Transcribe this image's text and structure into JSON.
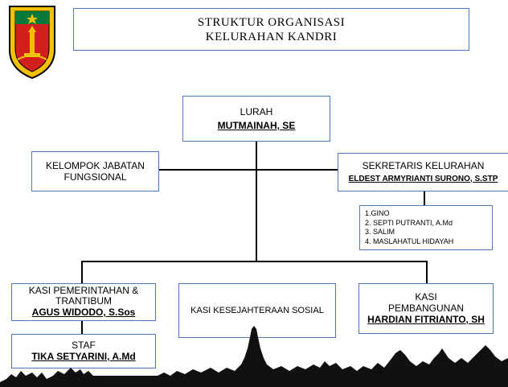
{
  "header": {
    "title_line1": "STRUKTUR ORGANISASI",
    "title_line2": "KELURAHAN KANDRI"
  },
  "lurah": {
    "title": "LURAH",
    "name": "MUTMAINAH, SE"
  },
  "fungsional": {
    "line1": "KELOMPOK JABATAN",
    "line2": "FUNGSIONAL"
  },
  "sekretaris": {
    "title": "SEKRETARIS KELURAHAN",
    "name": "ELDEST ARMYRIANTI SURONO, S.STP"
  },
  "sekretaris_staff": [
    "1.GINO",
    "2. SEPTI PUTRANTI, A.Md",
    "3. SALIM",
    "4. MASLAHATUL HIDAYAH"
  ],
  "kasi_pemerintahan": {
    "line1": "KASI PEMERINTAHAN &",
    "line2": "TRANTIBUM",
    "name": "AGUS WIDODO, S.Sos"
  },
  "kasi_kesejahteraan": {
    "title": "KASI KESEJAHTERAAN SOSIAL"
  },
  "kasi_pembangunan": {
    "line1": "KASI",
    "line2": "PEMBANGUNAN",
    "name": "HARDIAN FITRIANTO, SH"
  },
  "staf": {
    "title": "STAF",
    "name": "TIKA SETYARINI, A.Md"
  },
  "colors": {
    "box_border": "#4f7bbd",
    "emblem_yellow": "#f2c200",
    "emblem_red": "#d41f1f",
    "skyline": "#111111"
  }
}
